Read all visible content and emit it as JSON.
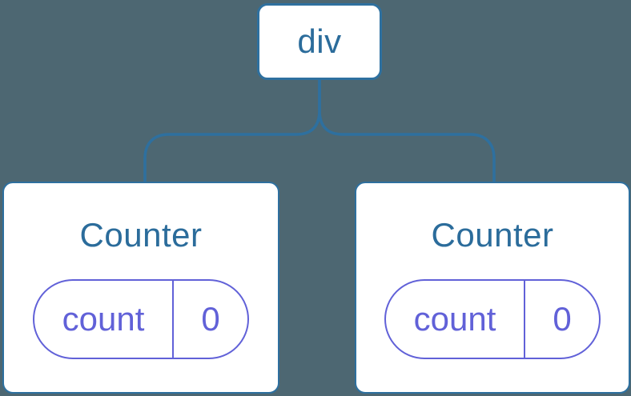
{
  "diagram": {
    "type": "component-tree",
    "colors": {
      "background": "#4D6772",
      "node_background": "#FFFFFF",
      "tree_blue": "#2E709F",
      "node_text_blue": "#2B6C9B",
      "state_purple": "#6161D8"
    },
    "root": {
      "label": "div"
    },
    "children": [
      {
        "title": "Counter",
        "state": {
          "key": "count",
          "value": "0"
        }
      },
      {
        "title": "Counter",
        "state": {
          "key": "count",
          "value": "0"
        }
      }
    ]
  }
}
